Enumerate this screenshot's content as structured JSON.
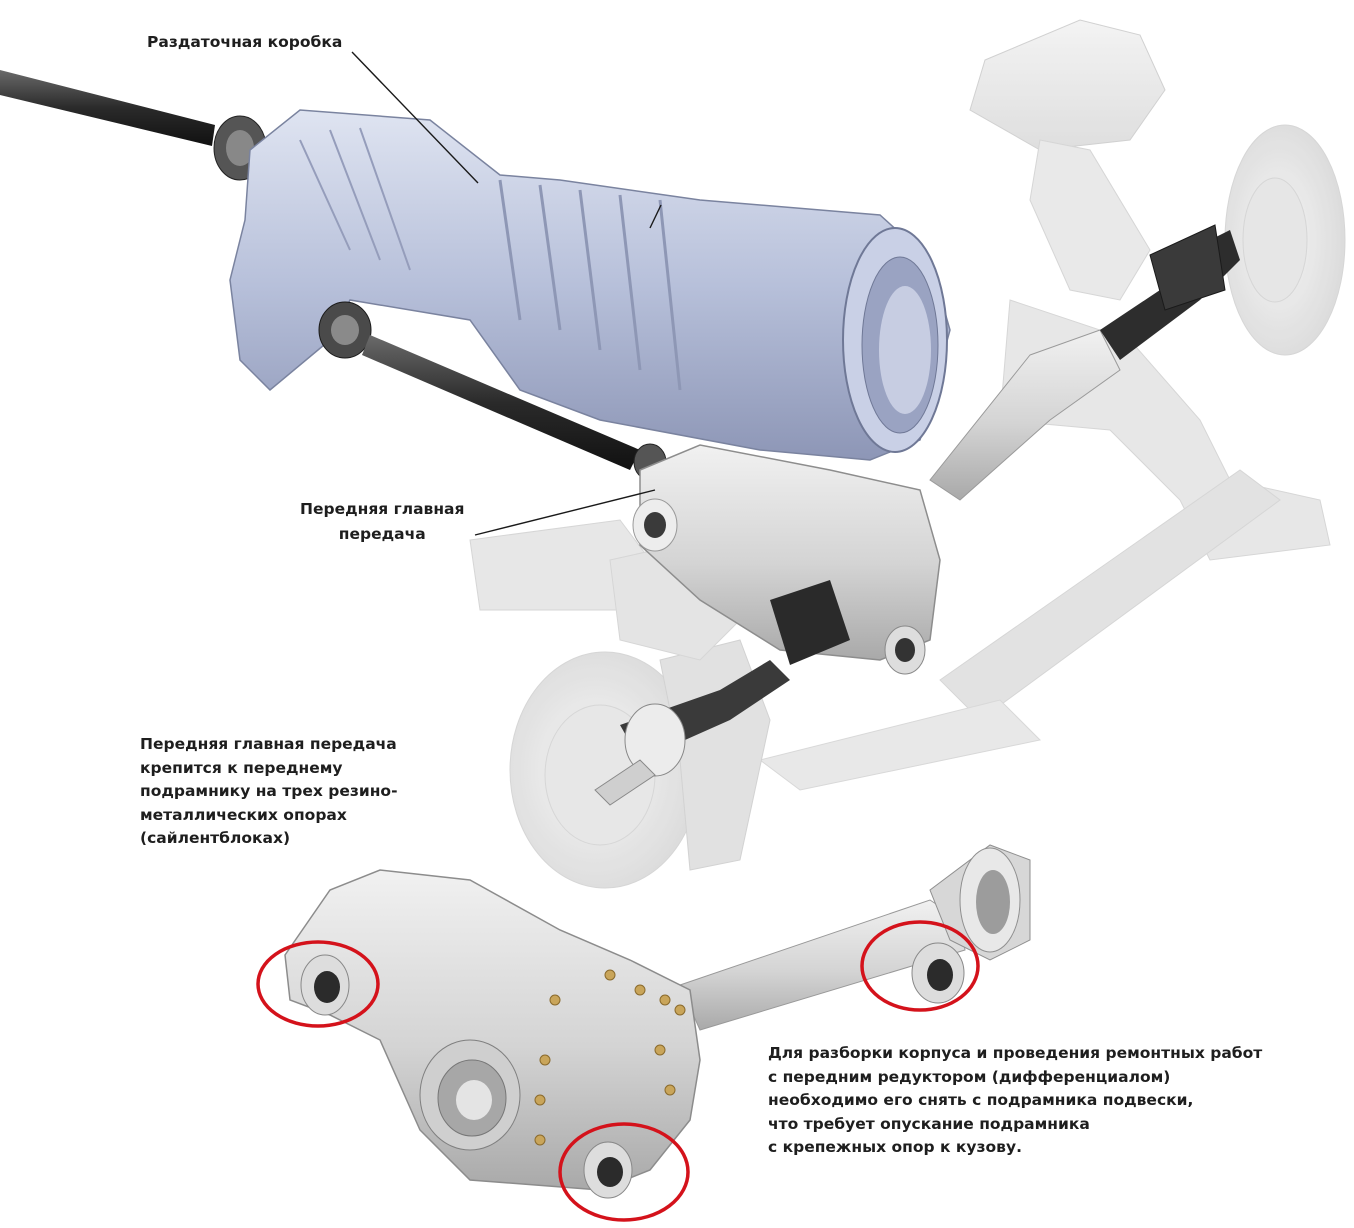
{
  "labels": {
    "transfer_case": "Раздаточная коробка",
    "front_final_drive": [
      "Передняя главная",
      "передача"
    ]
  },
  "notes": {
    "mounting": [
      "Передняя главная передача",
      "крепится к переднему",
      "подрамнику на трех резино-",
      "металлических опорах",
      "(сайлентблоках)"
    ],
    "repair": [
      "Для разборки корпуса и проведения ремонтных работ",
      "с передним редуктором (дифференциалом)",
      "необходимо его снять с подрамника подвески,",
      "что требует опускание подрамника",
      "с крепежных опор к кузову."
    ]
  },
  "colors": {
    "highlight_circle": "#d4121b",
    "housing_blue": "#b9c2dc",
    "leader_line": "#1a1a1a"
  }
}
